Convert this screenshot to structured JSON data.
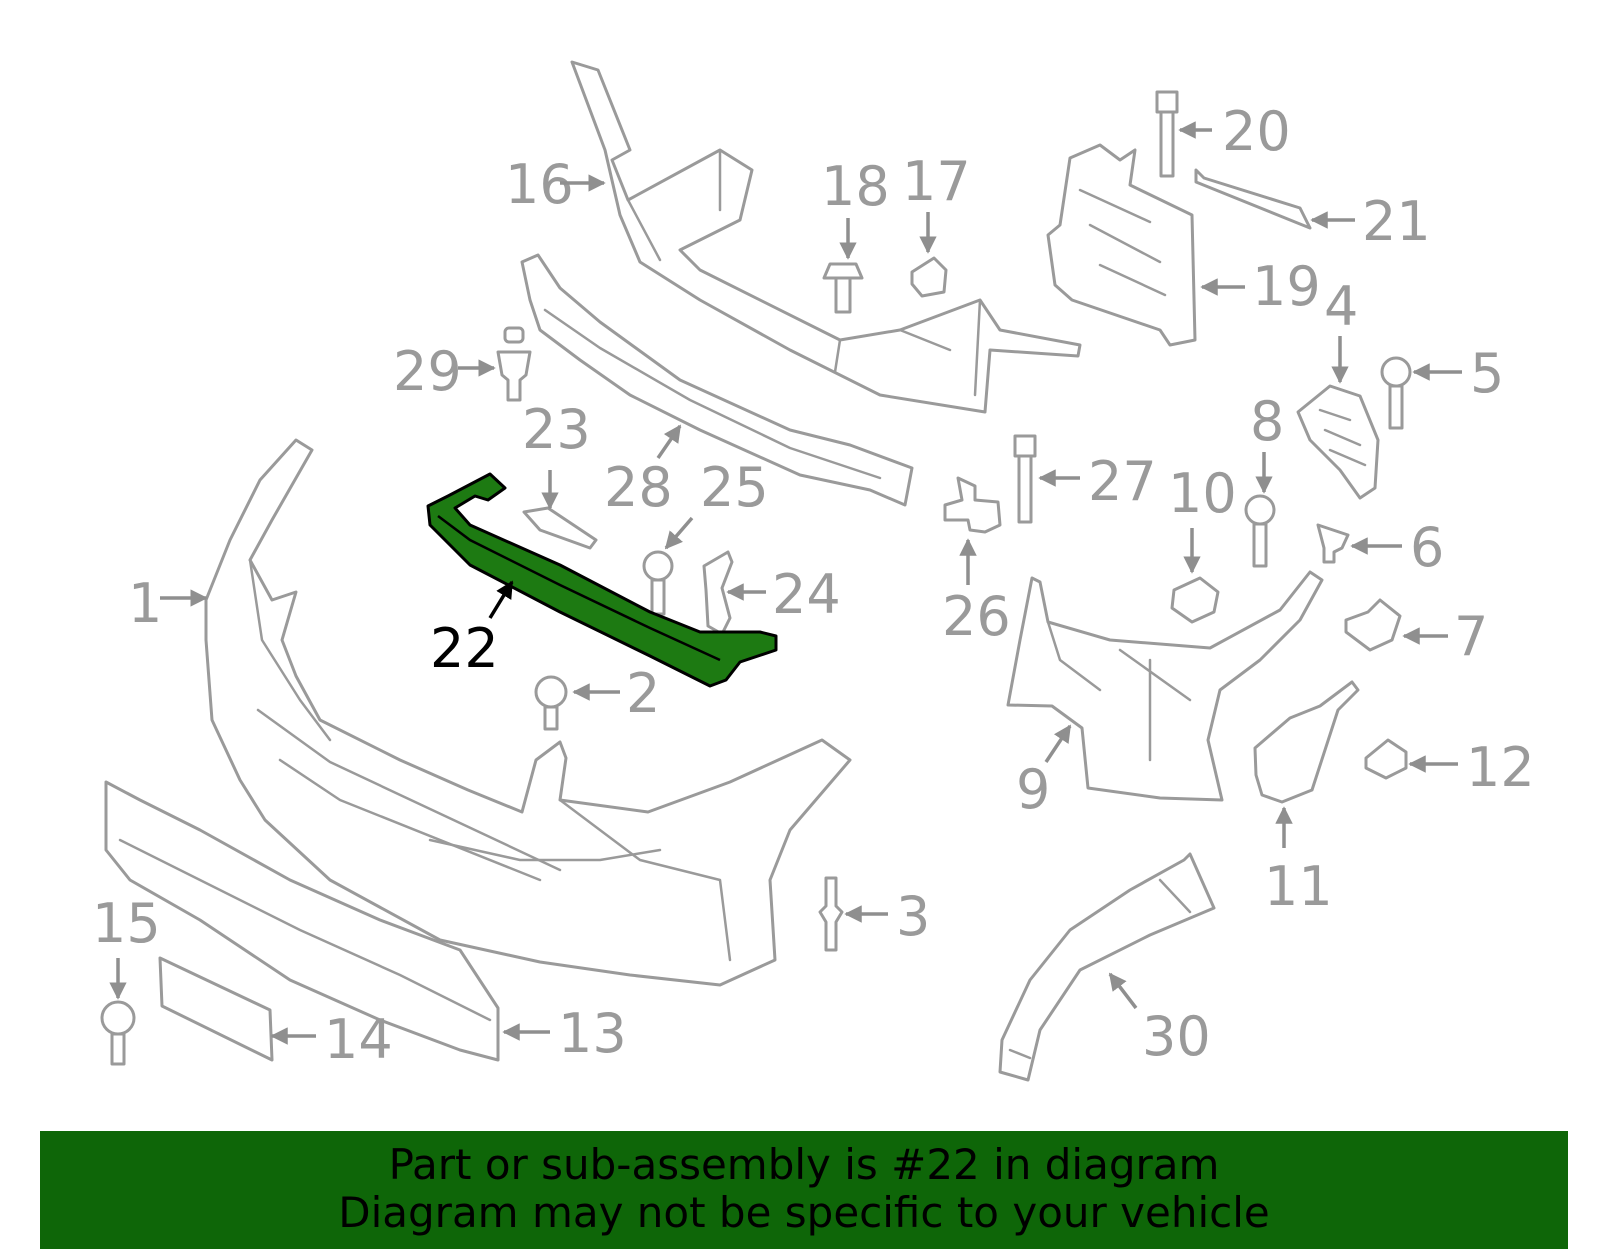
{
  "diagram": {
    "highlighted_part": "22",
    "callouts": [
      "1",
      "2",
      "3",
      "4",
      "5",
      "6",
      "7",
      "8",
      "9",
      "10",
      "11",
      "12",
      "13",
      "14",
      "15",
      "16",
      "17",
      "18",
      "19",
      "20",
      "21",
      "22",
      "23",
      "24",
      "25",
      "26",
      "27",
      "28",
      "29",
      "30"
    ]
  },
  "banner": {
    "line1": "Part or sub-assembly is #22 in diagram",
    "line2": "Diagram may not be specific to your vehicle",
    "background_color": "#0e6608"
  },
  "colors": {
    "part_outline": "#9a9a9a",
    "highlight_fill": "#1d7a12",
    "highlight_outline": "#000000"
  }
}
